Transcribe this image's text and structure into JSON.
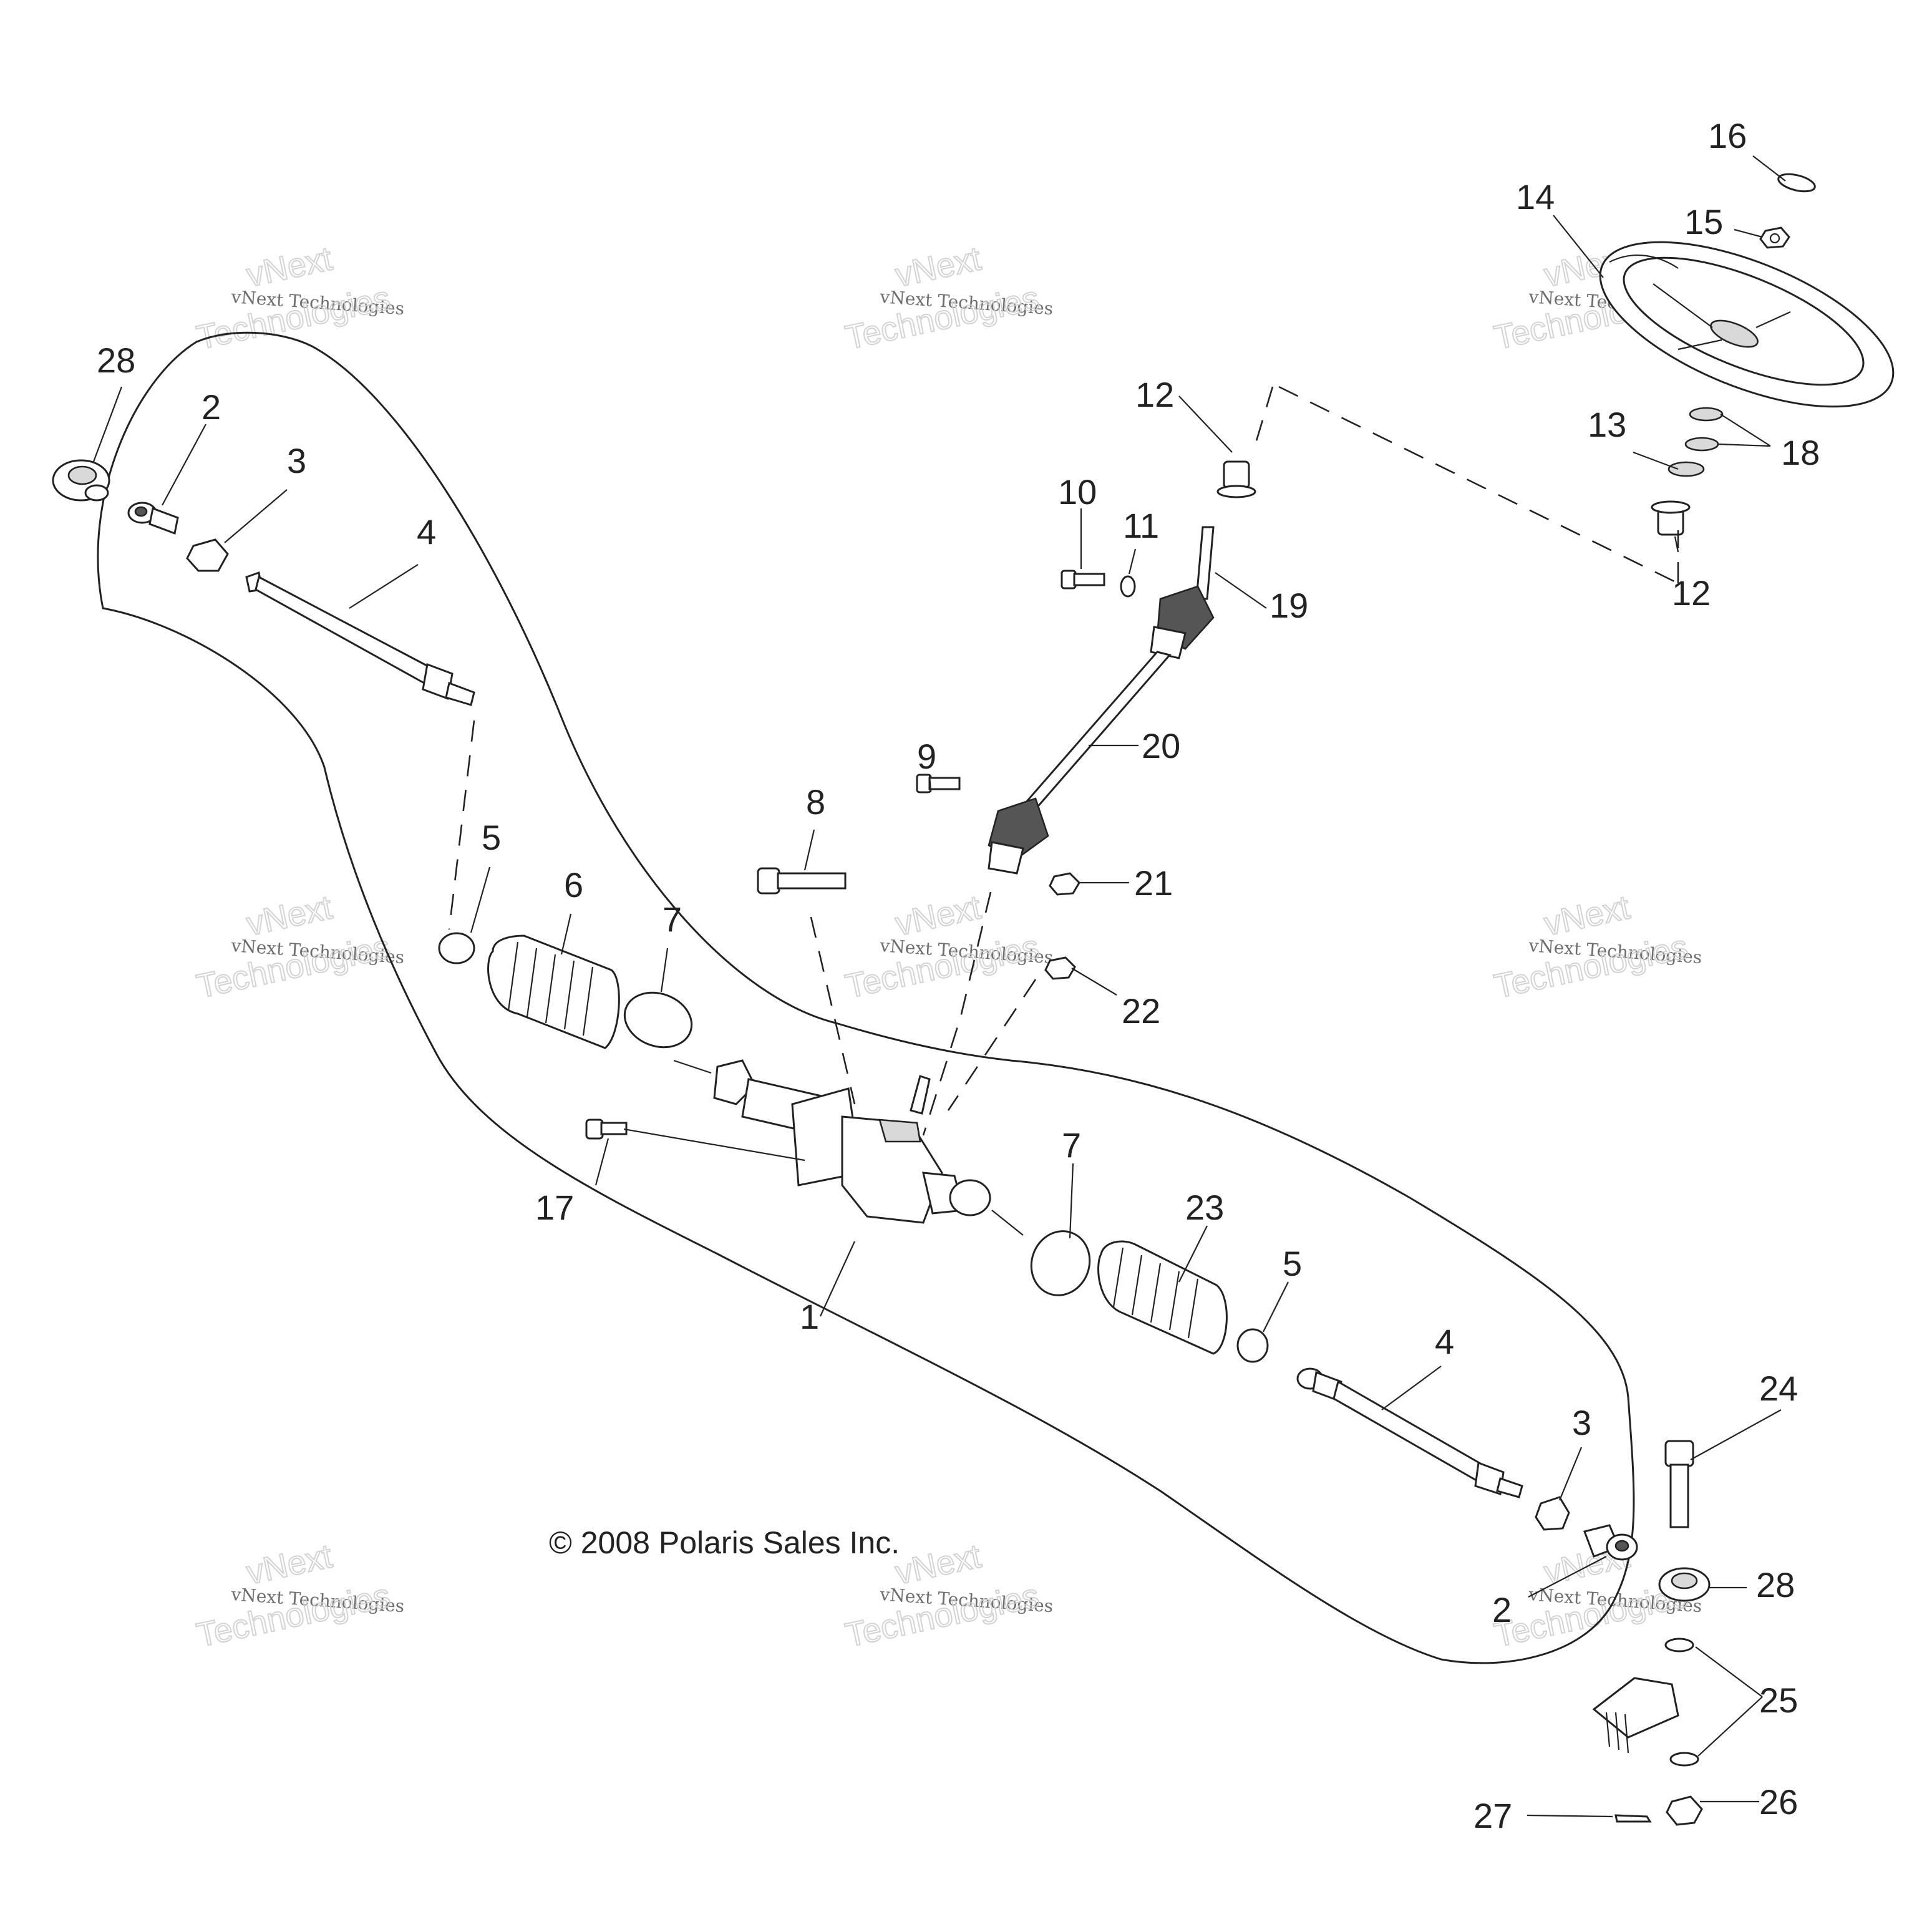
{
  "copyright": "© 2008 Polaris Sales Inc.",
  "watermark": {
    "line1": "vNext Technologies",
    "line2a": "vNext",
    "line2b": "Technologies"
  },
  "callouts": {
    "c1": "1",
    "c2a": "2",
    "c2b": "2",
    "c3a": "3",
    "c3b": "3",
    "c4a": "4",
    "c4b": "4",
    "c5a": "5",
    "c5b": "5",
    "c6": "6",
    "c7a": "7",
    "c7b": "7",
    "c8": "8",
    "c9": "9",
    "c10": "10",
    "c11": "11",
    "c12a": "12",
    "c12b": "12",
    "c13": "13",
    "c14": "14",
    "c15": "15",
    "c16": "16",
    "c17": "17",
    "c18": "18",
    "c19": "19",
    "c20": "20",
    "c21": "21",
    "c22": "22",
    "c23": "23",
    "c24": "24",
    "c25": "25",
    "c26": "26",
    "c27": "27",
    "c28a": "28",
    "c28b": "28"
  }
}
